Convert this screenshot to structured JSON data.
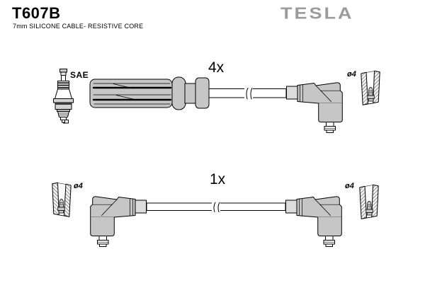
{
  "header": {
    "part_number": "T607B",
    "subtitle": "7mm SILICONE CABLE- RESISTIVE CORE",
    "brand": "TESLA"
  },
  "top_assembly": {
    "quantity": "4x",
    "plug_standard": "SAE",
    "terminal_diameter": "ø4"
  },
  "bottom_assembly": {
    "quantity": "1x",
    "terminal_diameter_left": "ø4",
    "terminal_diameter_right": "ø4"
  },
  "icons": [
    "spark-plug-icon",
    "straight-boot-icon",
    "elbow-boot-icon",
    "socket-cup-icon",
    "cable-break-icon"
  ],
  "colors": {
    "background": "#ffffff",
    "part_fill": "#c6c6c6",
    "outline": "#000000",
    "brand_gray": "#9b9b9b"
  }
}
